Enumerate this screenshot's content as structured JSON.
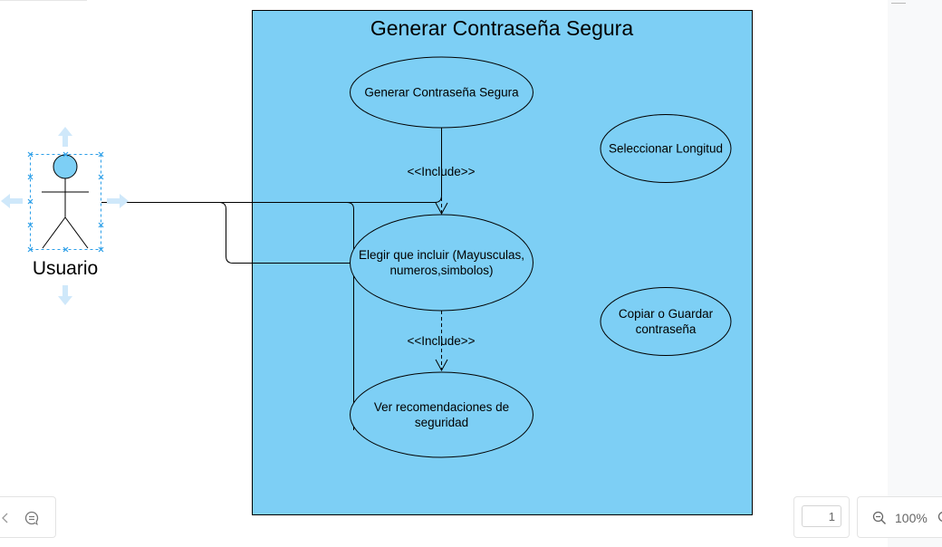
{
  "diagram": {
    "system_title": "Generar Contraseña Segura",
    "actor_name": "Usuario",
    "use_cases": {
      "generate": "Generar Contraseña Segura",
      "length": "Seleccionar Longitud",
      "include_line1": "Elegir que incluir (Mayusculas,",
      "include_line2": "numeros,simbolos)",
      "copy_line1": "Copiar o Guardar",
      "copy_line2": "contraseña",
      "recommend_line1": "Ver recomendaciones de",
      "recommend_line2": "seguridad"
    },
    "relations": {
      "include_1": "<<Include>>",
      "include_2": "<<Include>>"
    }
  },
  "toolbar": {
    "page_number": "1",
    "zoom": "100%"
  },
  "colors": {
    "system_fill": "#7dcff5",
    "handle": "#cfe8fa",
    "selection": "#2a9ee8"
  },
  "icons": [
    "chevron-left-icon",
    "comment-icon",
    "zoom-out-icon",
    "zoom-in-icon",
    "arrow-up-icon",
    "arrow-down-icon",
    "arrow-left-icon",
    "arrow-right-icon"
  ]
}
